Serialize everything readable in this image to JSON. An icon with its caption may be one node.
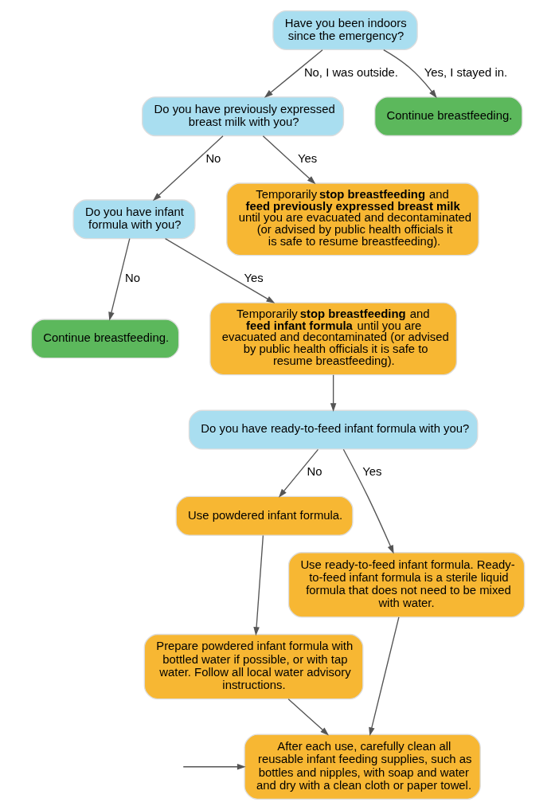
{
  "diagram": {
    "nodes": [
      {
        "text": [
          "Have you been indoors since the emergency?"
        ]
      },
      {
        "text": [
          "Continue breastfeeding."
        ]
      },
      {
        "text": [
          "Do you have previously expressed breast milk with you?"
        ]
      },
      {
        "text": [
          "Temporarily **stop breastfeeding** and **feed previously expressed breast milk** until you are evacuated and decontaminated (or advised by public health officials it is safe to resume breastfeeding)."
        ]
      },
      {
        "text": [
          "Do you have infant formula with you?"
        ]
      },
      {
        "text": [
          "Continue breastfeeding."
        ]
      },
      {
        "text": [
          "Temporarily **stop breastfeeding** and **feed infant formula** until you are evacuated and decontaminated (or advised by public health officials it is safe to resume breastfeeding)."
        ]
      },
      {
        "text": [
          "Do you have ready-to-feed infant formula with you?"
        ]
      },
      {
        "text": [
          "Use powdered infant formula."
        ]
      },
      {
        "text": [
          "Use ready-to-feed infant formula. Ready-to-feed infant formula is a sterile liquid formula that does not need to be mixed with water."
        ]
      },
      {
        "text": [
          "Prepare powdered infant formula with bottled water if possible, or with tap water. Follow all local water advisory instructions."
        ]
      },
      {
        "text": [
          "After each use, carefully clean all reusable infant feeding supplies, such as bottles and nipples, with soap and water and dry with a clean cloth or paper towel."
        ]
      }
    ],
    "edges": [
      {
        "from": 0,
        "to": 2,
        "label": "No, I was outside.",
        "arrow": "to"
      },
      {
        "from": 0,
        "to": 1,
        "label": "Yes, I stayed in.",
        "arrow": "to"
      },
      {
        "from": 2,
        "to": 4,
        "label": "No",
        "arrow": "to"
      },
      {
        "from": 2,
        "to": 3,
        "label": "Yes",
        "arrow": "to"
      },
      {
        "from": 4,
        "to": 5,
        "label": "No",
        "arrow": "to"
      },
      {
        "from": 4,
        "to": 6,
        "label": "Yes",
        "arrow": "to"
      },
      {
        "from": 6,
        "to": 7,
        "arrow": "to"
      },
      {
        "from": 7,
        "to": 8,
        "label": "No",
        "arrow": "to"
      },
      {
        "from": 7,
        "to": 9,
        "label": "Yes",
        "arrow": "to"
      },
      {
        "from": 8,
        "to": 10,
        "arrow": "to"
      },
      {
        "from": 9,
        "to": 11,
        "arrow": "to"
      },
      {
        "from": 10,
        "to": 11,
        "arrow": "to"
      },
      {
        "from": null,
        "to": 11,
        "arrow": "to"
      }
    ]
  }
}
